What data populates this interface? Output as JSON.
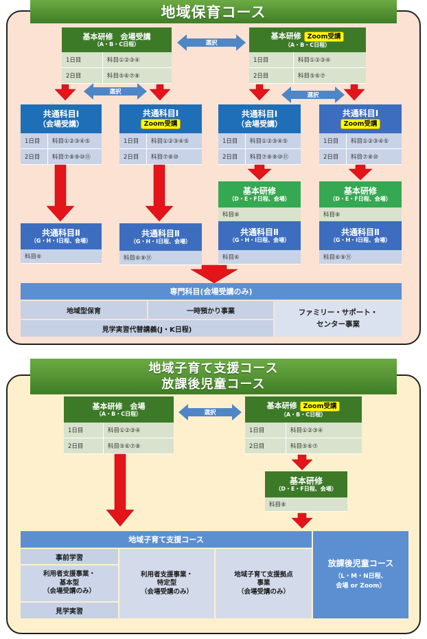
{
  "section1": {
    "title": "地域保育コース",
    "kihon_venue": {
      "title": "基本研修　会場受講",
      "sub": "（A・B・C日程）",
      "rows": [
        [
          "1日目",
          "科目①②③④"
        ],
        [
          "2日目",
          "科目⑤⑥⑦⑧"
        ]
      ]
    },
    "kihon_zoom": {
      "title": "基本研修",
      "zoom": "Zoom受講",
      "sub": "（A・B・C日程）",
      "rows": [
        [
          "1日目",
          "科目①②③④"
        ],
        [
          "2日目",
          "科目⑤⑥⑦"
        ]
      ]
    },
    "select_label": "選択",
    "kyotsu1_a": {
      "title": "共通科目Ⅰ",
      "sub": "（会場受講）",
      "rows": [
        [
          "1日目",
          "科目①②③④⑤"
        ],
        [
          "2日目",
          "科目⑦⑧⑨⑩⑪"
        ]
      ]
    },
    "kyotsu1_b": {
      "title": "共通科目Ⅰ",
      "zoom": "Zoom受講",
      "rows": [
        [
          "1日目",
          "科目①②③④⑤"
        ],
        [
          "2日目",
          "科目⑦⑧⑩"
        ]
      ]
    },
    "kyotsu1_c": {
      "title": "共通科目Ⅰ",
      "sub": "（会場受講）",
      "rows": [
        [
          "1日目",
          "科目①②③④⑤"
        ],
        [
          "2日目",
          "科目⑦⑧⑨⑩⑪"
        ]
      ]
    },
    "kyotsu1_d": {
      "title": "共通科目Ⅰ",
      "zoom": "Zoom受講",
      "rows": [
        [
          "1日目",
          "科目①②③④⑤"
        ],
        [
          "2日目",
          "科目⑦⑧⑩"
        ]
      ]
    },
    "kihon_def_c": {
      "title": "基本研修",
      "sub": "（D・E・F日程、会場）",
      "row": "科目⑧"
    },
    "kihon_def_d": {
      "title": "基本研修",
      "sub": "（D・E・F日程、会場）",
      "row": "科目⑧"
    },
    "kyotsu2_a": {
      "title": "共通科目Ⅱ",
      "sub": "（G・H・I日程、会場）",
      "row": "科目⑥"
    },
    "kyotsu2_b": {
      "title": "共通科目Ⅱ",
      "sub": "（G・H・I日程、会場）",
      "row": "科目⑥⑨⑪"
    },
    "kyotsu2_c": {
      "title": "共通科目Ⅱ",
      "sub": "（G・H・I日程、会場）",
      "row": "科目⑥"
    },
    "kyotsu2_d": {
      "title": "共通科目Ⅱ",
      "sub": "（G・H・I日程、会場）",
      "row": "科目⑥⑨⑪"
    },
    "senmon": {
      "header": "専門科目(会場受講のみ)",
      "c1": "地域型保育",
      "c2": "一時預かり事業",
      "c3": "見学実習代替講義(J・K日程)",
      "c4": "ファミリー・サポート・\nセンター事業"
    }
  },
  "section2": {
    "title_line1": "地域子育て支援コース",
    "title_line2": "放課後児童コース",
    "kihon_venue": {
      "title": "基本研修　会場",
      "sub": "（A・B・C日程）",
      "rows": [
        [
          "1日目",
          "科目①②③④"
        ],
        [
          "2日目",
          "科目⑤⑥⑦⑧"
        ]
      ]
    },
    "kihon_zoom": {
      "title": "基本研修",
      "zoom": "Zoom受講",
      "sub": "（A・B・C日程）",
      "rows": [
        [
          "1日目",
          "科目①②③④"
        ],
        [
          "2日目",
          "科目⑤⑥⑦"
        ]
      ]
    },
    "select_label": "選択",
    "kihon_def": {
      "title": "基本研修",
      "sub": "（D・E・F日程、会場）",
      "row": "科目⑧"
    },
    "kosodate": {
      "header": "地域子育て支援コース",
      "c1": "事前学習",
      "c2": "利用者支援事業・\n基本型\n（会場受講のみ）",
      "c3": "見学実習",
      "c4": "利用者支援事業・\n特定型\n（会場受講のみ）",
      "c5": "地域子育て支援拠点\n事業\n（会場受講のみ）"
    },
    "houkago": {
      "title": "放課後児童コース",
      "sub": "（L・M・N日程、\n会場 or Zoom）"
    }
  },
  "colors": {
    "arrow_red": "#e3141a",
    "select_arrow": "#4f86c6",
    "title_green": "#3f7d26"
  }
}
